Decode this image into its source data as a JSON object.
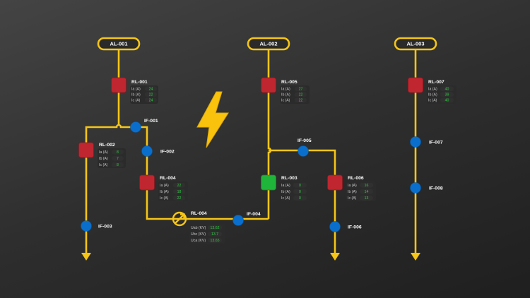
{
  "buses": [
    {
      "id": "AL-001",
      "label": "AL-001"
    },
    {
      "id": "AL-002",
      "label": "AL-002"
    },
    {
      "id": "AL-003",
      "label": "AL-003"
    }
  ],
  "breakers": [
    {
      "id": "RL-001",
      "label": "RL-001",
      "state": "closed",
      "color": "#c0262f",
      "params": [
        {
          "name": "Ia (A)",
          "value": "24"
        },
        {
          "name": "Ib (A)",
          "value": "22"
        },
        {
          "name": "Ic (A)",
          "value": "24"
        }
      ]
    },
    {
      "id": "RL-002",
      "label": "RL-002",
      "state": "closed",
      "color": "#c0262f",
      "params": [
        {
          "name": "Ia (A)",
          "value": "8"
        },
        {
          "name": "Ib (A)",
          "value": "7"
        },
        {
          "name": "Ic (A)",
          "value": "8"
        }
      ]
    },
    {
      "id": "RL-004",
      "label": "RL-004",
      "state": "closed",
      "color": "#c0262f",
      "params": [
        {
          "name": "Ia (A)",
          "value": "22"
        },
        {
          "name": "Ib (A)",
          "value": "18"
        },
        {
          "name": "Ic (A)",
          "value": "22"
        }
      ]
    },
    {
      "id": "RL-005",
      "label": "RL-005",
      "state": "closed",
      "color": "#c0262f",
      "params": [
        {
          "name": "Ia (A)",
          "value": "27"
        },
        {
          "name": "Ib (A)",
          "value": "22"
        },
        {
          "name": "Ic (A)",
          "value": "22"
        }
      ]
    },
    {
      "id": "RL-003",
      "label": "RL-003",
      "state": "open",
      "color": "#1fb53a",
      "params": [
        {
          "name": "Ia (A)",
          "value": "0"
        },
        {
          "name": "Ib (A)",
          "value": "0"
        },
        {
          "name": "Ic (A)",
          "value": "0"
        }
      ]
    },
    {
      "id": "RL-006",
      "label": "RL-006",
      "state": "closed",
      "color": "#c0262f",
      "params": [
        {
          "name": "Ia (A)",
          "value": "16"
        },
        {
          "name": "Ib (A)",
          "value": "14"
        },
        {
          "name": "Ic (A)",
          "value": "13"
        }
      ]
    },
    {
      "id": "RL-007",
      "label": "RL-007",
      "state": "closed",
      "color": "#c0262f",
      "params": [
        {
          "name": "Ia (A)",
          "value": "40"
        },
        {
          "name": "Ib (A)",
          "value": "39"
        },
        {
          "name": "Ic (A)",
          "value": "40"
        }
      ]
    }
  ],
  "transformer": {
    "id": "RL-004",
    "label": "RL-004",
    "params": [
      {
        "name": "Uab (KV)",
        "value": "13.62"
      },
      {
        "name": "Ubc (KV)",
        "value": "13.7"
      },
      {
        "name": "Uca (KV)",
        "value": "13.65"
      }
    ]
  },
  "fault_indicators": [
    {
      "id": "IF-001",
      "label": "IF-001"
    },
    {
      "id": "IF-002",
      "label": "IF-002"
    },
    {
      "id": "IF-003",
      "label": "IF-003"
    },
    {
      "id": "IF-004",
      "label": "IF-004"
    },
    {
      "id": "IF-005",
      "label": "IF-005"
    },
    {
      "id": "IF-006",
      "label": "IF-006"
    },
    {
      "id": "IF-007",
      "label": "IF-007"
    },
    {
      "id": "IF-008",
      "label": "IF-008"
    }
  ],
  "icons": {
    "power": "lightning-bolt-icon"
  },
  "colors": {
    "line": "#f5c518",
    "breaker_closed": "#c0262f",
    "breaker_open": "#1fb53a",
    "fault_indicator": "#0a6fcc",
    "value": "#2ecc40"
  }
}
